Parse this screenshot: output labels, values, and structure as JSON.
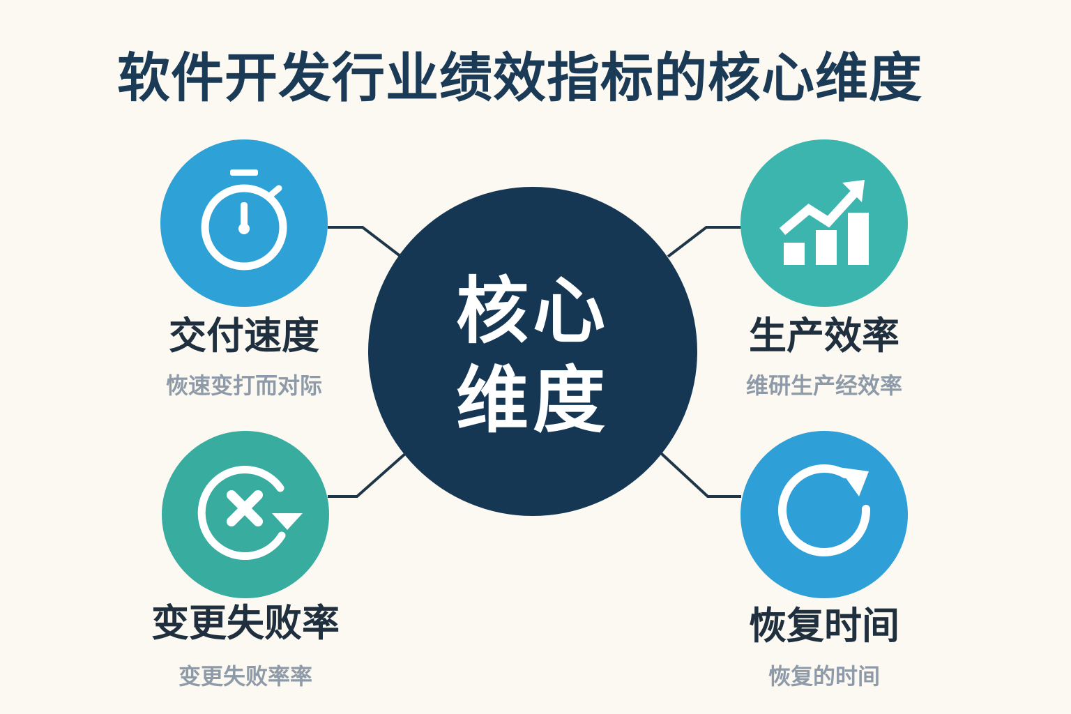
{
  "title": "软件开发行业绩效指标的核心维度",
  "hub": {
    "line1": "核心",
    "line2": "维度"
  },
  "nodes": [
    {
      "label": "交付速度",
      "sublabel": "恢速变打而对际",
      "icon": "stopwatch-icon",
      "color": "#2ea2d6"
    },
    {
      "label": "生产效率",
      "sublabel": "维研生产经效率",
      "icon": "growth-chart-icon",
      "color": "#3bb5ad"
    },
    {
      "label": "变更失败率",
      "sublabel": "变更失败率率",
      "icon": "failed-change-icon",
      "color": "#37ac9f"
    },
    {
      "label": "恢复时间",
      "sublabel": "恢复的时间",
      "icon": "restore-cycle-icon",
      "color": "#2e9fd7"
    }
  ],
  "colors": {
    "background": "#fbf9f2",
    "hub": "#163754",
    "title": "#1a3a55",
    "connector": "#1f3548"
  }
}
